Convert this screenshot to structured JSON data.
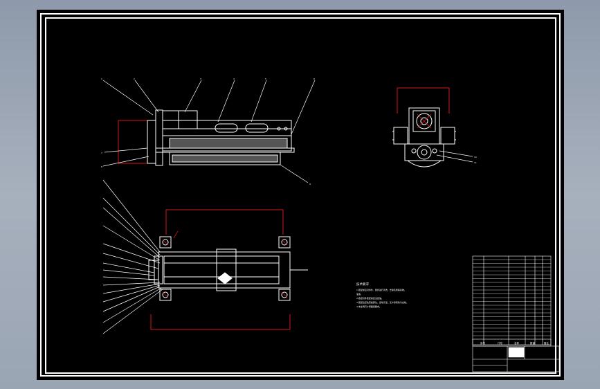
{
  "drawing": {
    "title": "",
    "tech_requirements_heading": "技术要求",
    "tech_requirements_lines": [
      "1.装配前应对零件、部件进行清洗，去除毛刺等杂物。",
      "油漆。",
      "2.各密封件装配前应浸透油。",
      "3.装配后应检查各部位，运动灵活，无卡滞现象为合格。",
      "4.未注明尺寸按图纸要求。"
    ],
    "colors": {
      "line": "#ffffff",
      "dimension": "#d01818",
      "background": "#000000"
    }
  },
  "title_block": {
    "header_labels": [
      "序号",
      "代号",
      "名称",
      "数量",
      "备注"
    ],
    "name": "",
    "drawing_number": ""
  }
}
